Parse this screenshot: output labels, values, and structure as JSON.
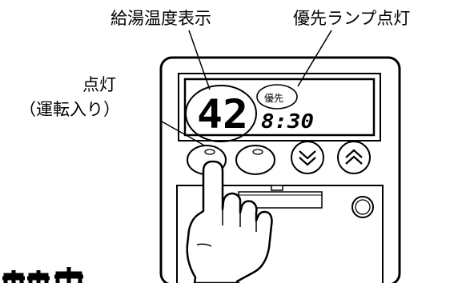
{
  "labels": {
    "hot_water_temp_display": "給湯温度表示",
    "priority_lamp_on": "優先ランプ点灯",
    "lit": "点灯",
    "running": "（運転入り）"
  },
  "lcd": {
    "temperature": "42",
    "priority_indicator": "優先",
    "time": "8:30"
  },
  "buttons": [
    {
      "name": "operation-button",
      "icon": "operation-lamp-icon"
    },
    {
      "name": "priority-button",
      "icon": "lamp-icon"
    },
    {
      "name": "temp-down-button",
      "icon": "double-chevron-down-icon"
    },
    {
      "name": "temp-up-button",
      "icon": "double-chevron-up-icon"
    }
  ],
  "colors": {
    "line": "#000000",
    "background": "#ffffff"
  }
}
